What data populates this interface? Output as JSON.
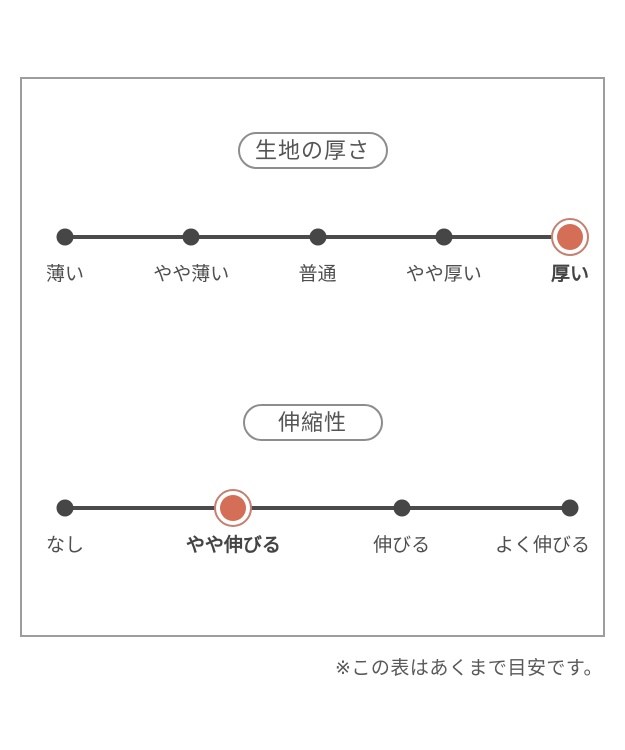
{
  "note": "※この表はあくまで目安です。",
  "colors": {
    "accent_fill": "#d56e56",
    "accent_ring": "#c5806f",
    "line": "#4b4b4b",
    "dot": "#464646",
    "text": "#4f4f4f",
    "panel_border": "#9d9d9d",
    "pill_border": "#8d8d8d"
  },
  "scales": [
    {
      "title": "生地の厚さ",
      "selected_index": 4,
      "selected_label": "厚い",
      "options": [
        {
          "label": "薄い",
          "selected": false
        },
        {
          "label": "やや薄い",
          "selected": false
        },
        {
          "label": "普通",
          "selected": false
        },
        {
          "label": "やや厚い",
          "selected": false
        },
        {
          "label": "厚い",
          "selected": true
        }
      ]
    },
    {
      "title": "伸縮性",
      "selected_index": 1,
      "selected_label": "やや伸びる",
      "options": [
        {
          "label": "なし",
          "selected": false
        },
        {
          "label": "やや伸びる",
          "selected": true
        },
        {
          "label": "伸びる",
          "selected": false
        },
        {
          "label": "よく伸びる",
          "selected": false
        }
      ]
    }
  ]
}
